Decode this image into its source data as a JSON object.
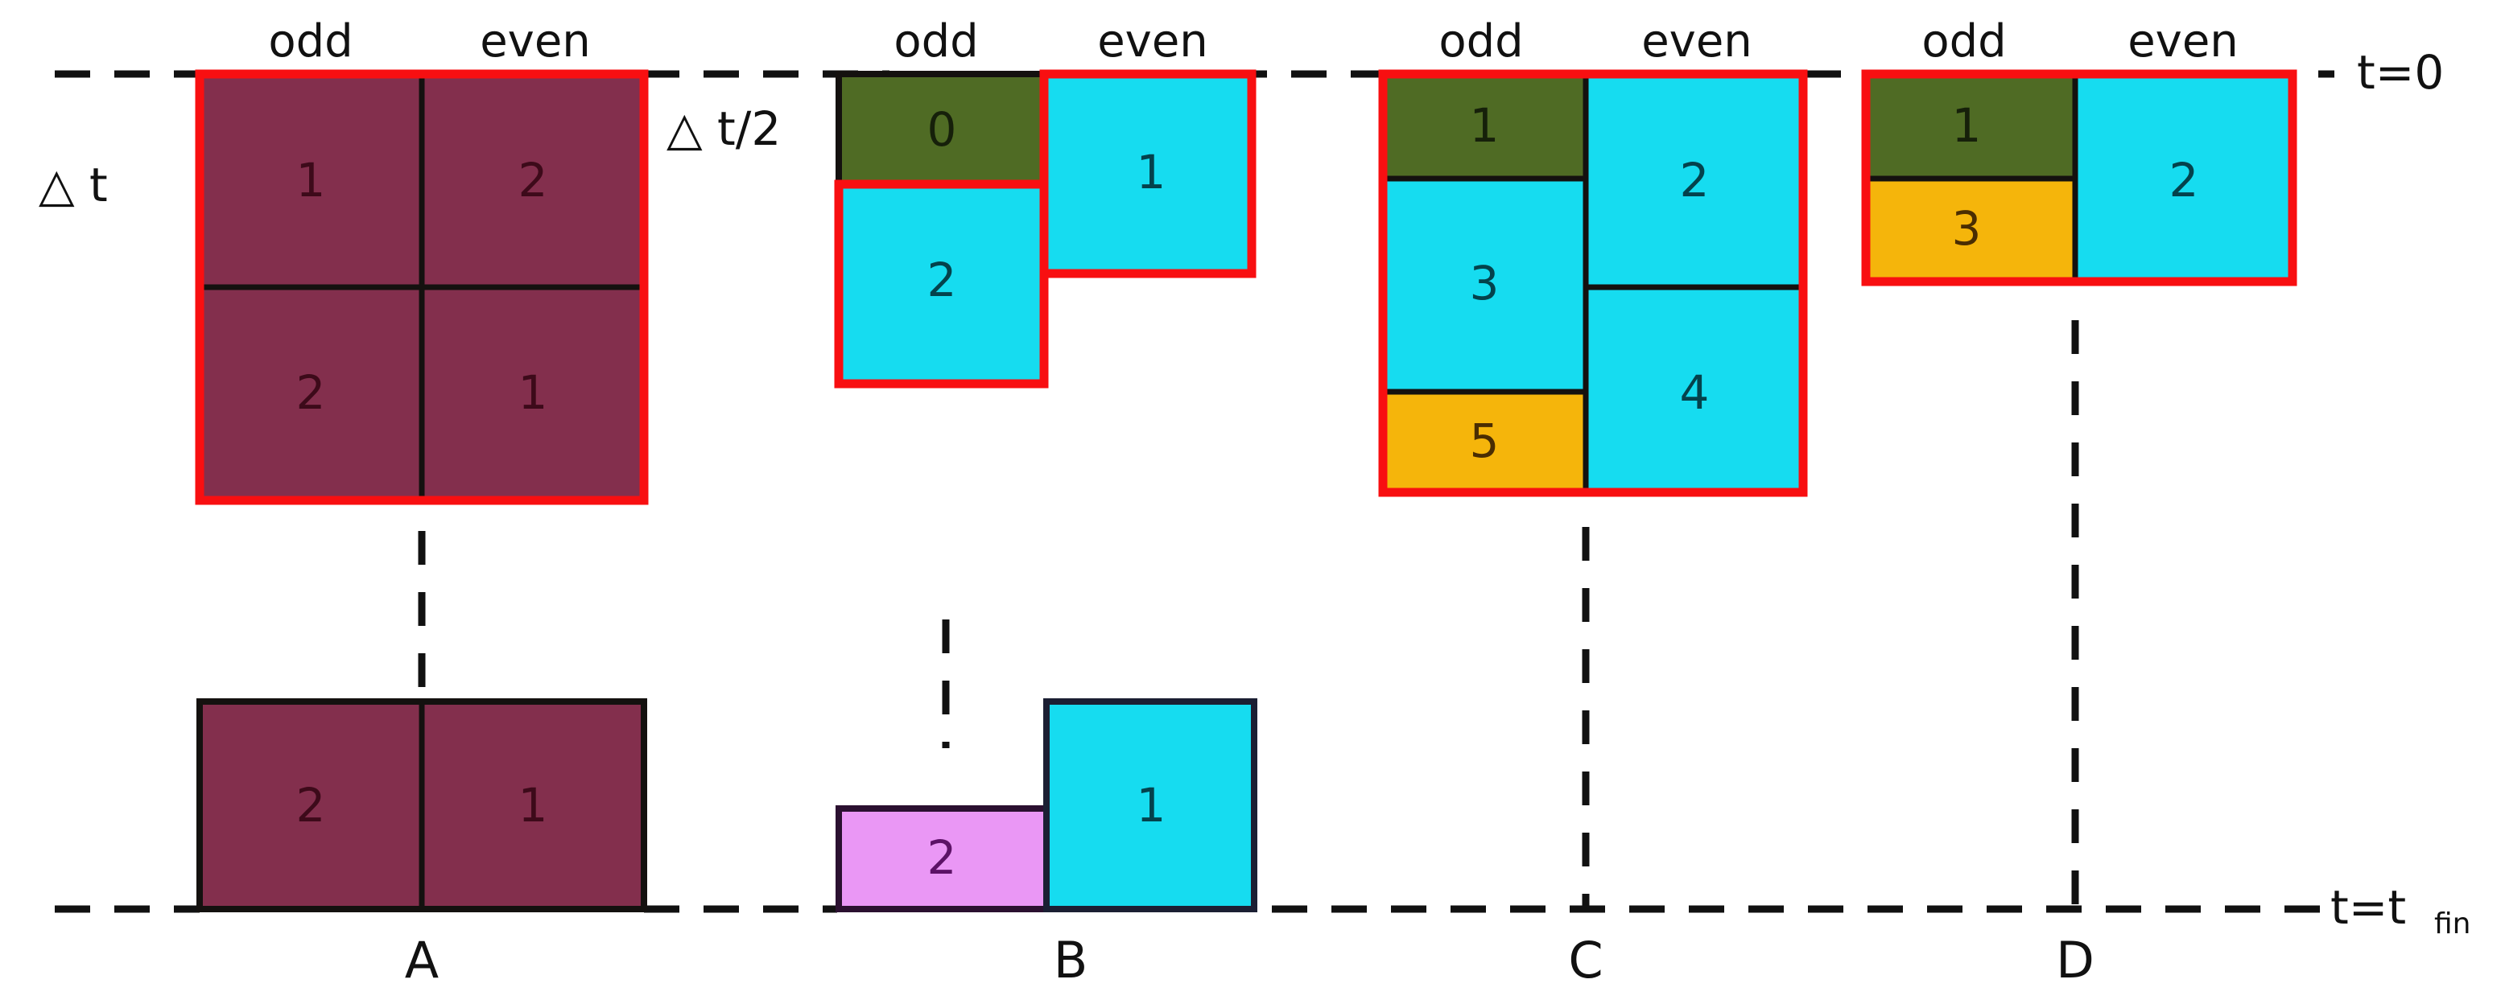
{
  "figure": {
    "background": "#ffffff",
    "axis": {
      "top_label": "t=0",
      "bottom_label_main": "t=t",
      "bottom_label_sub": "fin",
      "left_label_full": "△ t",
      "left_label_half": "△ t/2"
    },
    "column_headers": {
      "odd": "odd",
      "even": "even"
    },
    "palette": {
      "maroon": "#832f4d",
      "cyan": "#16dcf0",
      "olive": "#4f6b24",
      "orange": "#f5b50b",
      "pink": "#ea97f5",
      "red_border": "#f80f11",
      "dark_border": "#14110f",
      "text_dark": "#1a1a1a",
      "text_maroon": "#3d0a1a",
      "text_cyan": "#04424c",
      "text_olive": "#16200a",
      "text_orange": "#4a2d02",
      "text_pink": "#5c1266"
    },
    "blocks": [
      {
        "id": "A",
        "label": "A",
        "headers": {
          "odd": "odd",
          "even": "even"
        },
        "top_cells": [
          {
            "value": "1",
            "column": "odd",
            "color": "maroon"
          },
          {
            "value": "2",
            "column": "even",
            "color": "maroon"
          },
          {
            "value": "2",
            "column": "odd",
            "color": "maroon"
          },
          {
            "value": "1",
            "column": "even",
            "color": "maroon"
          }
        ],
        "bottom_cells": [
          {
            "value": "2",
            "column": "odd",
            "color": "maroon"
          },
          {
            "value": "1",
            "column": "even",
            "color": "maroon"
          }
        ]
      },
      {
        "id": "B",
        "label": "B",
        "headers": {
          "odd": "odd",
          "even": "even"
        },
        "top_cells": [
          {
            "value": "0",
            "column": "odd",
            "color": "olive"
          },
          {
            "value": "2",
            "column": "odd",
            "color": "cyan"
          },
          {
            "value": "1",
            "column": "even",
            "color": "cyan"
          }
        ],
        "bottom_cells": [
          {
            "value": "2",
            "column": "odd",
            "color": "pink"
          },
          {
            "value": "1",
            "column": "even",
            "color": "cyan"
          }
        ]
      },
      {
        "id": "C",
        "label": "C",
        "headers": {
          "odd": "odd",
          "even": "even"
        },
        "top_cells": [
          {
            "value": "1",
            "column": "odd",
            "color": "olive"
          },
          {
            "value": "3",
            "column": "odd",
            "color": "cyan"
          },
          {
            "value": "5",
            "column": "odd",
            "color": "orange"
          },
          {
            "value": "2",
            "column": "even",
            "color": "cyan"
          },
          {
            "value": "4",
            "column": "even",
            "color": "cyan"
          }
        ],
        "bottom_cells": []
      },
      {
        "id": "D",
        "label": "D",
        "headers": {
          "odd": "odd",
          "even": "even"
        },
        "top_cells": [
          {
            "value": "1",
            "column": "odd",
            "color": "olive"
          },
          {
            "value": "3",
            "column": "odd",
            "color": "orange"
          },
          {
            "value": "2",
            "column": "even",
            "color": "cyan"
          }
        ],
        "bottom_cells": []
      }
    ]
  }
}
